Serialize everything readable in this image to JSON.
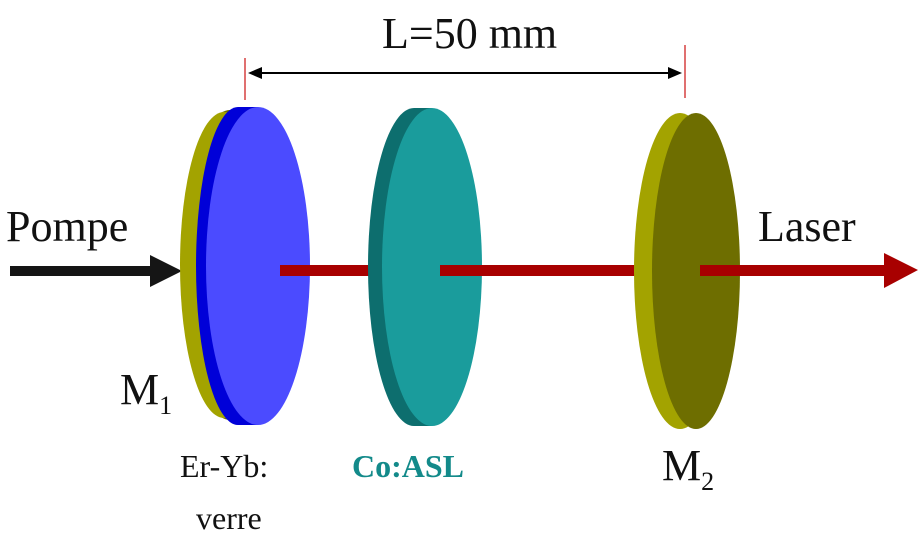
{
  "distance_label": "L=50 mm",
  "pump_label": "Pompe",
  "laser_label": "Laser",
  "mirror1": {
    "letter": "M",
    "sub": "1"
  },
  "mirror2": {
    "letter": "M",
    "sub": "2"
  },
  "gain_medium": {
    "line1": "Er-Yb:",
    "line2": "verre"
  },
  "saturable_absorber": "Co:ASL",
  "colors": {
    "mirror": "#a3a300",
    "mirror_edge": "#6e6e00",
    "gain": "#4b4bff",
    "gain_edge": "#0000d8",
    "absorber": "#1a9c9c",
    "absorber_edge": "#0d6e6e",
    "beam": "#a80000",
    "pump_arrow": "#151515",
    "label_teal": "#138a8a",
    "marker": "#e07070"
  }
}
